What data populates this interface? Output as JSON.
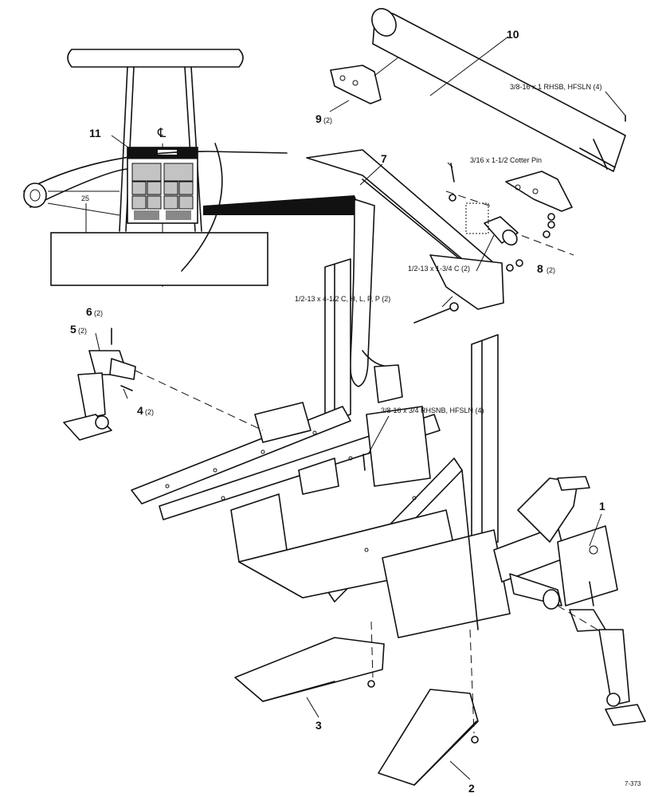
{
  "callouts": {
    "c1": "1",
    "c2": "2",
    "c3": "3",
    "c4": "4",
    "c4_qty": "(2)",
    "c5": "5",
    "c5_qty": "(2)",
    "c6": "6",
    "c6_qty": "(2)",
    "c7": "7",
    "c8": "8",
    "c8_qty": "(2)",
    "c9": "9",
    "c9_qty": "(2)",
    "c10": "10",
    "c11": "11"
  },
  "hardware": {
    "bolt_rhsb": "3/8-16 x 1 RHSB, HFSLN (4)",
    "cotter_pin": "3/16 x 1-1/2 Cotter Pin",
    "bolt_c": "1/2-13 x 1-3/4 C (2)",
    "bolt_chlpp": "1/2-13 x 4-1/2 C, H, L, P, P (2)",
    "bolt_rhsnb": "3/8-16 x 3/4 RHSNB, HFSLN (4)"
  },
  "inset": {
    "centerline": "℄",
    "dimension": "25"
  },
  "figure_code": "7-373",
  "icons": [
    "exploded-assembly-drawing",
    "decal-panel-icon"
  ]
}
